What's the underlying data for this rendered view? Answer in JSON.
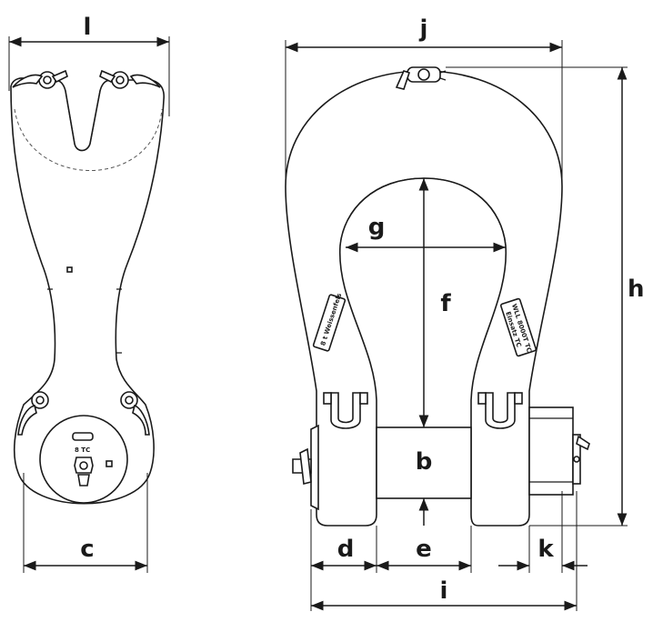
{
  "labels": {
    "l": "l",
    "c": "c",
    "j": "j",
    "g": "g",
    "f": "f",
    "h": "h",
    "b": "b",
    "d": "d",
    "e": "e",
    "k": "k",
    "i": "i"
  },
  "markings": {
    "front_capacity": "8 TC",
    "left_arm_text": "8 t Weissenfels",
    "right_arm_text": "WLL 8000T TC",
    "right_arm_text2": "Einsatz TC"
  },
  "colors": {
    "line": "#1a1a1a",
    "background": "#ffffff"
  }
}
